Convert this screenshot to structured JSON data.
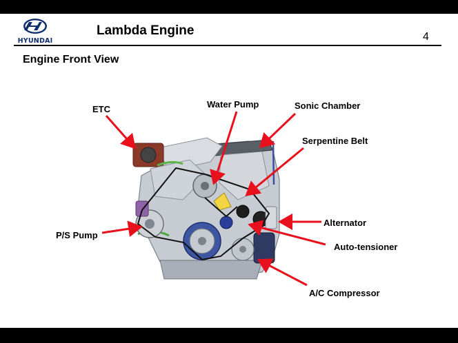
{
  "header": {
    "logo_text": "HYUNDAI",
    "title": "Lambda Engine",
    "page_number": "4"
  },
  "subtitle": "Engine Front View",
  "labels": {
    "etc": "ETC",
    "water_pump": "Water Pump",
    "sonic_chamber": "Sonic Chamber",
    "serpentine_belt": "Serpentine Belt",
    "alternator": "Alternator",
    "ps_pump": "P/S Pump",
    "auto_tensioner": "Auto-tensioner",
    "ac_compressor": "A/C Compressor"
  },
  "colors": {
    "brand": "#0d2c6c",
    "arrow": "#e8101c",
    "bar": "#000000"
  }
}
